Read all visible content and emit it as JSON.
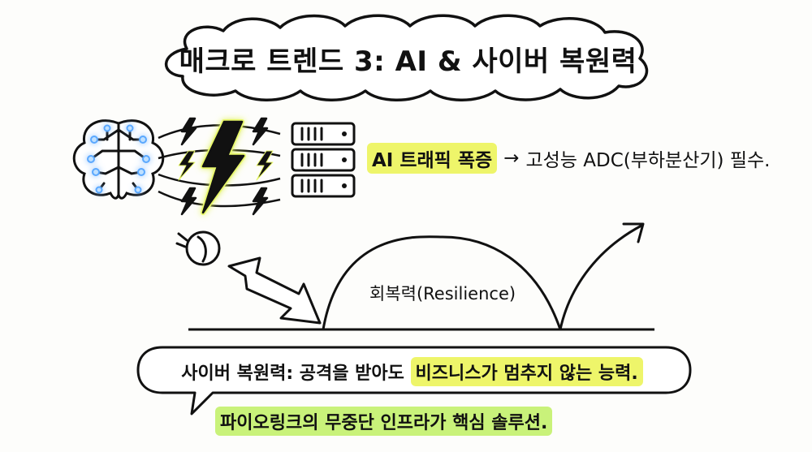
{
  "title": "매크로 트렌드 3: AI & 사이버 복원력",
  "traffic": {
    "highlight": "AI 트래픽 폭증",
    "arrow": "→",
    "rest": "고성능 ADC(부하분산기) 필수."
  },
  "resilience_label": "회복력(Resilience)",
  "definition": {
    "prefix": "사이버 복원력: 공격을 받아도 ",
    "highlight": "비즈니스가 멈추지 않는 능력."
  },
  "solution": "파이오링크의 무중단 인프라가 핵심 솔루션.",
  "colors": {
    "highlight_yellow": "#eef56a",
    "highlight_green": "#c9f27a",
    "glow_blue": "#8fc8ff",
    "ink": "#111111"
  },
  "icons": [
    "brain-icon",
    "lightning-icon",
    "server-icon",
    "ball-icon",
    "arrow-icon"
  ]
}
